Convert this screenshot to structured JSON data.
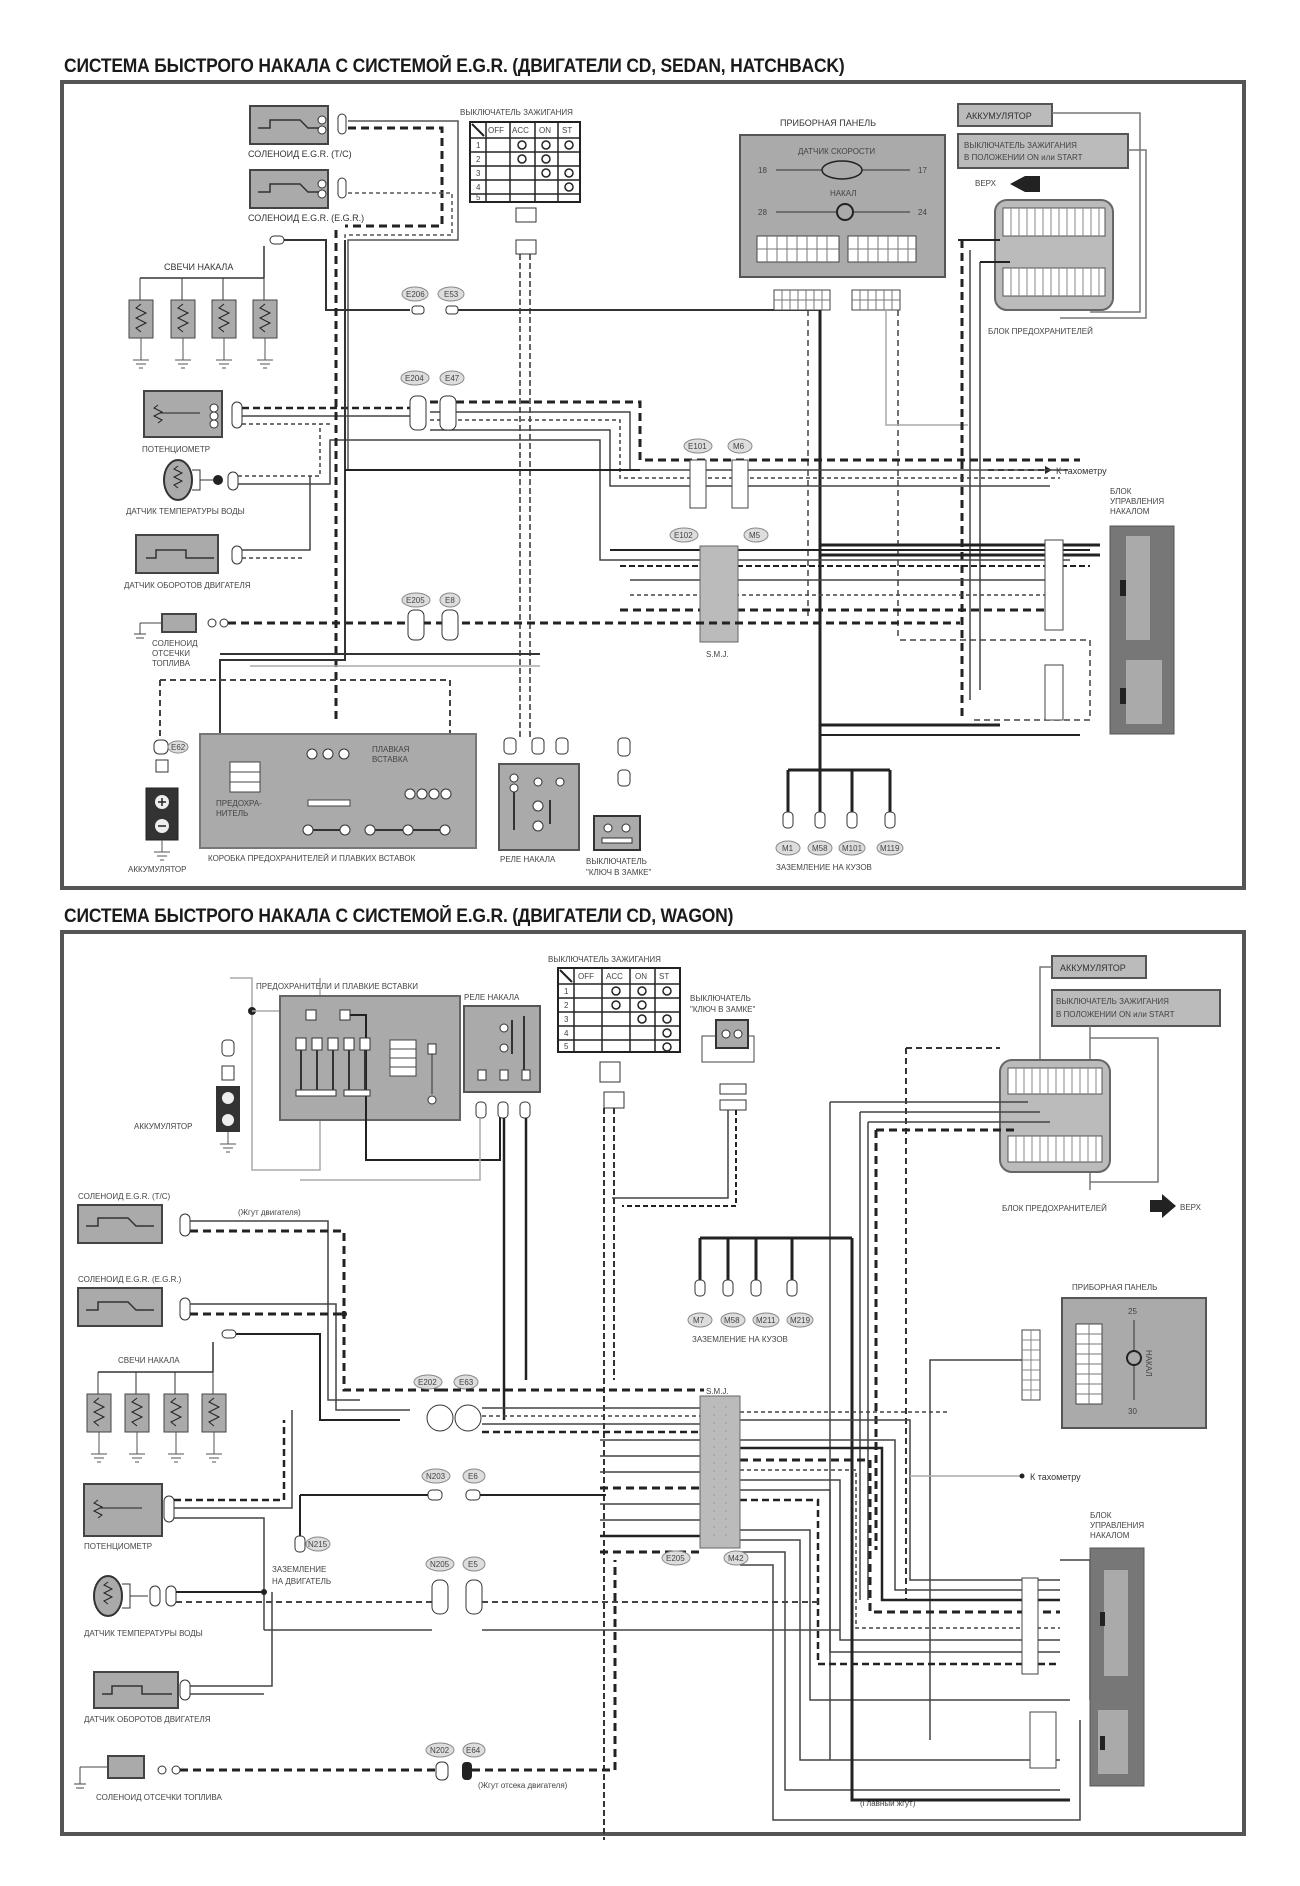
{
  "diagram1": {
    "title": "СИСТЕМА БЫСТРОГО НАКАЛА С СИСТЕМОЙ E.G.R. (ДВИГАТЕЛИ CD, SEDAN, HATCHBACK)",
    "labels": {
      "egr_tc": "СОЛЕНОИД E.G.R. (T/C)",
      "egr_egr": "СОЛЕНОИД E.G.R. (E.G.R.)",
      "glow_plugs": "СВЕЧИ НАКАЛА",
      "potentiometer": "ПОТЕНЦИОМЕТР",
      "water_temp": "ДАТЧИК ТЕМПЕРАТУРЫ ВОДЫ",
      "engine_speed": "ДАТЧИК ОБОРОТОВ ДВИГАТЕЛЯ",
      "fuel_cut_1": "СОЛЕНОИД",
      "fuel_cut_2": "ОТСЕЧКИ",
      "fuel_cut_3": "ТОПЛИВА",
      "battery": "АККУМУЛЯТОР",
      "fuse_box": "КОРОБКА ПРЕДОХРАНИТЕЛЕЙ И ПЛАВКИХ ВСТАВОК",
      "fuse_1": "ПРЕДОХРА-",
      "fuse_2": "НИТЕЛЬ",
      "fusible_1": "ПЛАВКАЯ",
      "fusible_2": "ВСТАВКА",
      "glow_relay": "РЕЛЕ НАКАЛА",
      "key_switch_1": "ВЫКЛЮЧАТЕЛЬ",
      "key_switch_2": "\"КЛЮЧ В ЗАМКЕ\"",
      "ignition_switch": "ВЫКЛЮЧАТЕЛЬ ЗАЖИГАНИЯ",
      "instrument_panel": "ПРИБОРНАЯ ПАНЕЛЬ",
      "speed_sensor": "ДАТЧИК СКОРОСТИ",
      "glow": "НАКАЛ",
      "pin_18": "18",
      "pin_17": "17",
      "pin_28": "28",
      "pin_24": "24",
      "battery_box": "АККУМУЛЯТОР",
      "ign_on_1": "ВЫКЛЮЧАТЕЛЬ ЗАЖИГАНИЯ",
      "ign_on_2": "В ПОЛОЖЕНИИ ON или START",
      "up": "ВЕРХ",
      "fuse_block": "БЛОК ПРЕДОХРАНИТЕЛЕЙ",
      "to_tach": "К тахометру",
      "glow_ctrl_1": "БЛОК",
      "glow_ctrl_2": "УПРАВЛЕНИЯ",
      "glow_ctrl_3": "НАКАЛОМ",
      "smj": "S.M.J.",
      "body_ground": "ЗАЗЕМЛЕНИЕ НА КУЗОВ"
    },
    "connectors": [
      "E206",
      "E53",
      "E204",
      "E47",
      "E101",
      "M6",
      "E102",
      "M5",
      "E205",
      "E8",
      "E62"
    ],
    "grounds": [
      "M1",
      "M58",
      "M101",
      "M119"
    ],
    "switch_table": {
      "columns": [
        "OFF",
        "ACC",
        "ON",
        "ST"
      ],
      "rows": [
        "1",
        "2",
        "3",
        "4",
        "5"
      ]
    }
  },
  "diagram2": {
    "title": "СИСТЕМА БЫСТРОГО НАКАЛА С СИСТЕМОЙ E.G.R. (ДВИГАТЕЛИ CD, WAGON)",
    "labels": {
      "fuses": "ПРЕДОХРАНИТЕЛИ И ПЛАВКИЕ ВСТАВКИ",
      "glow_relay": "РЕЛЕ НАКАЛА",
      "ignition_switch": "ВЫКЛЮЧАТЕЛЬ ЗАЖИГАНИЯ",
      "key_switch_1": "ВЫКЛЮЧАТЕЛЬ",
      "key_switch_2": "\"КЛЮЧ В ЗАМКЕ\"",
      "battery": "АККУМУЛЯТОР",
      "battery_box": "АККУМУЛЯТОР",
      "ign_on_1": "ВЫКЛЮЧАТЕЛЬ ЗАЖИГАНИЯ",
      "ign_on_2": "В ПОЛОЖЕНИИ ON или START",
      "fuse_block": "БЛОК ПРЕДОХРАНИТЕЛЕЙ",
      "up": "ВЕРХ",
      "egr_tc": "СОЛЕНОИД E.G.R. (T/C)",
      "egr_egr": "СОЛЕНОИД E.G.R. (E.G.R.)",
      "engine_harness": "(Жгут двигателя)",
      "glow_plugs": "СВЕЧИ НАКАЛА",
      "potentiometer": "ПОТЕНЦИОМЕТР",
      "engine_ground_1": "ЗАЗЕМЛЕНИЕ",
      "engine_ground_2": "НА ДВИГАТЕЛЬ",
      "water_temp": "ДАТЧИК ТЕМПЕРАТУРЫ ВОДЫ",
      "engine_speed": "ДАТЧИК ОБОРОТОВ ДВИГАТЕЛЯ",
      "fuel_cut": "СОЛЕНОИД ОТСЕЧКИ ТОПЛИВА",
      "engine_room_harness": "(Жгут отсека двигателя)",
      "main_harness": "(Главный жгут)",
      "body_ground": "ЗАЗЕМЛЕНИЕ НА КУЗОВ",
      "instrument_panel": "ПРИБОРНАЯ ПАНЕЛЬ",
      "glow": "НАКАЛ",
      "pin_25": "25",
      "pin_30": "30",
      "smj": "S.M.J.",
      "to_tach": "К тахометру",
      "glow_ctrl_1": "БЛОК",
      "glow_ctrl_2": "УПРАВЛЕНИЯ",
      "glow_ctrl_3": "НАКАЛОМ"
    },
    "connectors": [
      "E202",
      "E63",
      "N203",
      "E6",
      "N215",
      "N205",
      "E5",
      "N202",
      "E64",
      "E205",
      "M42"
    ],
    "grounds": [
      "M7",
      "M58",
      "M211",
      "M219"
    ],
    "switch_table": {
      "columns": [
        "OFF",
        "ACC",
        "ON",
        "ST"
      ],
      "rows": [
        "1",
        "2",
        "3",
        "4",
        "5"
      ]
    }
  }
}
